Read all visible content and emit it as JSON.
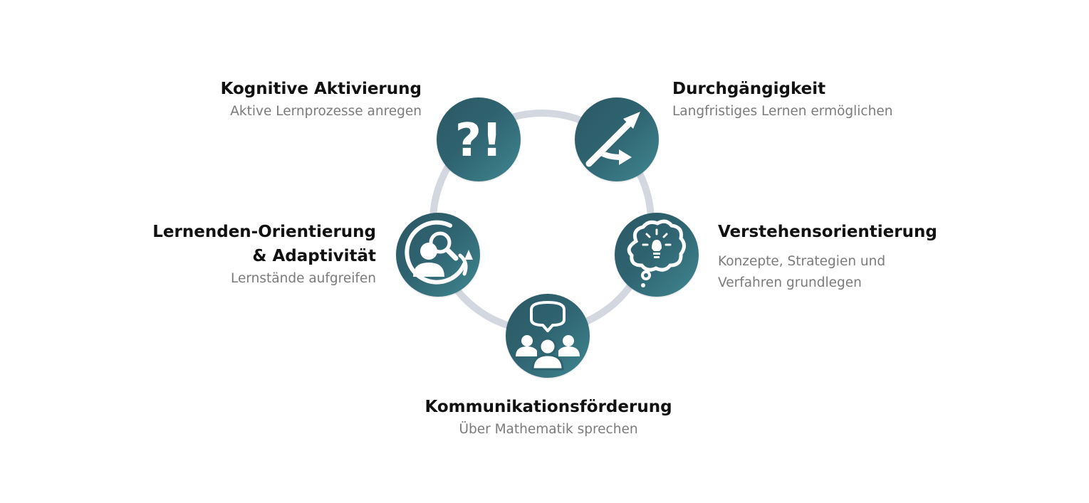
{
  "colors": {
    "node": "#2f6370",
    "ring": "#d3d8e0",
    "title": "#111111",
    "subtitle": "#7b7b7b"
  },
  "items": [
    {
      "id": "kognitive",
      "icon": "question-exclamation-icon",
      "glyph": "?!",
      "title": "Kognitive Aktivierung",
      "subtitle": "Aktive Lernprozesse anregen"
    },
    {
      "id": "durchgaengig",
      "icon": "rising-arrows-icon",
      "title": "Durchgängigkeit",
      "subtitle": "Langfristiges Lernen ermöglichen"
    },
    {
      "id": "verstehen",
      "icon": "thought-lightbulb-icon",
      "title": "Verstehensorientierung",
      "subtitle_lines": [
        "Konzepte, Strategien und",
        "Verfahren grundlegen"
      ]
    },
    {
      "id": "kommunikation",
      "icon": "group-speech-icon",
      "title": "Kommunikationsförderung",
      "subtitle": "Über Mathematik sprechen"
    },
    {
      "id": "lernende",
      "icon": "person-magnifier-cycle-icon",
      "title_lines": [
        "Lernenden-Orientierung",
        "& Adaptivität"
      ],
      "subtitle": "Lernstände aufgreifen"
    }
  ]
}
